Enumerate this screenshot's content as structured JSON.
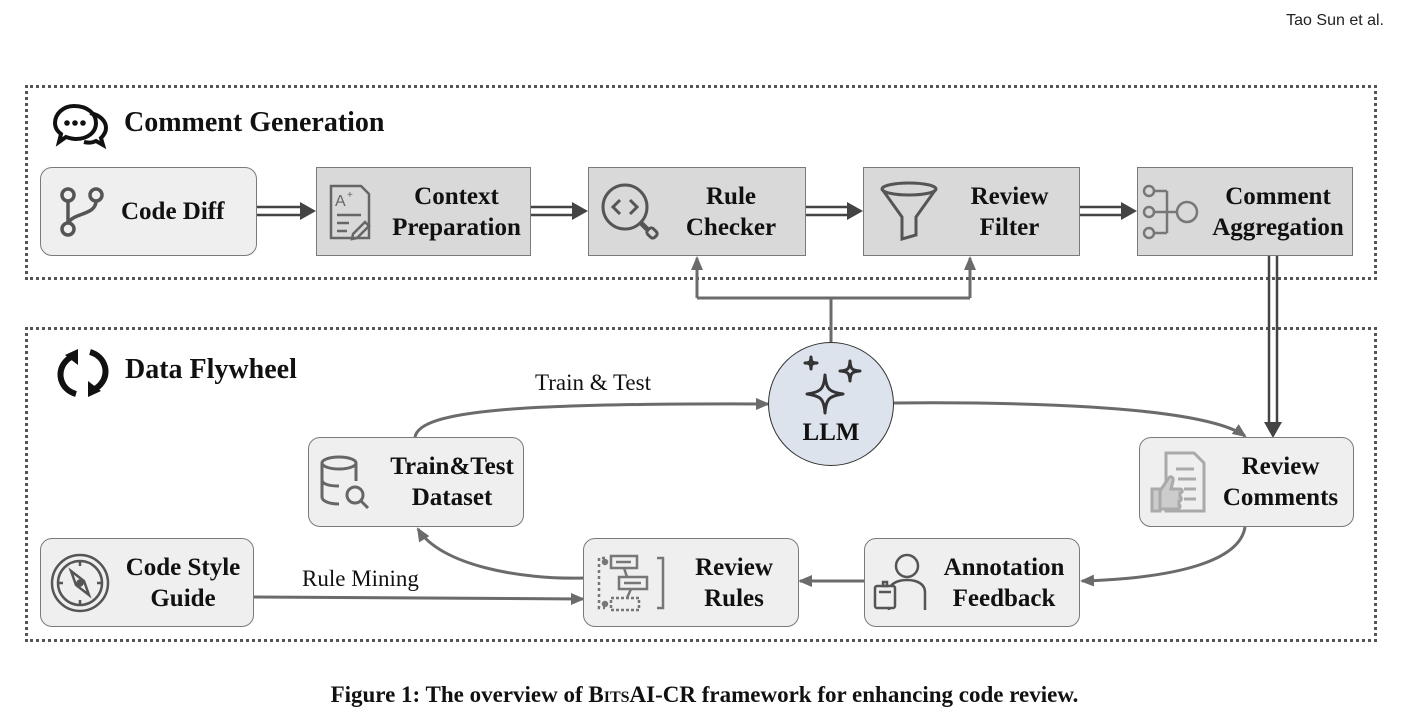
{
  "header": {
    "author": "Tao Sun et al."
  },
  "sections": {
    "comment_generation": {
      "title": "Comment Generation",
      "icon": "chat-bubble-icon"
    },
    "data_flywheel": {
      "title": "Data Flywheel",
      "icon": "refresh-cycle-icon"
    }
  },
  "nodes": {
    "code_diff": {
      "line1": "Code Diff",
      "icon": "branch-icon"
    },
    "context_preparation": {
      "line1": "Context",
      "line2": "Preparation",
      "icon": "document-edit-icon"
    },
    "rule_checker": {
      "line1": "Rule",
      "line2": "Checker",
      "icon": "code-search-icon"
    },
    "review_filter": {
      "line1": "Review",
      "line2": "Filter",
      "icon": "funnel-icon"
    },
    "comment_aggregation": {
      "line1": "Comment",
      "line2": "Aggregation",
      "icon": "aggregation-icon"
    },
    "llm": {
      "line1": "LLM",
      "icon": "sparkles-icon"
    },
    "train_test_dataset": {
      "line1": "Train&Test",
      "line2": "Dataset",
      "icon": "database-search-icon"
    },
    "review_comments": {
      "line1": "Review",
      "line2": "Comments",
      "icon": "document-thumbs-up-icon"
    },
    "code_style_guide": {
      "line1": "Code Style",
      "line2": "Guide",
      "icon": "compass-icon"
    },
    "review_rules": {
      "line1": "Review",
      "line2": "Rules",
      "icon": "rules-flow-icon"
    },
    "annotation_feedback": {
      "line1": "Annotation",
      "line2": "Feedback",
      "icon": "person-clipboard-icon"
    }
  },
  "edges": {
    "train_test": "Train & Test",
    "rule_mining": "Rule Mining"
  },
  "caption": {
    "prefix": "Figure 1: The overview of ",
    "name": "BitsAI-CR",
    "suffix": " framework for enhancing code review."
  },
  "colors": {
    "gray_node": "#d9d9d9",
    "light_node": "#efefef",
    "llm_fill": "#dde3ec",
    "edge": "#6b6b6b"
  }
}
